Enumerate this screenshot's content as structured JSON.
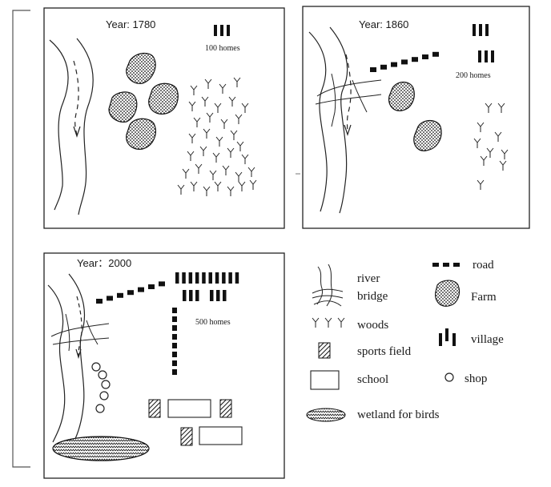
{
  "maps": [
    {
      "year_label": "Year: 1780",
      "homes_label": "100 homes"
    },
    {
      "year_label": "Year: 1860",
      "homes_label": "200 homes"
    },
    {
      "year_label": "Year：2000",
      "homes_label": "500 homes"
    }
  ],
  "legend": {
    "river": "river",
    "bridge": "bridge",
    "road": "road",
    "farm": "Farm",
    "woods": "woods",
    "village": "village",
    "sports_field": "sports field",
    "school": "school",
    "shop": "shop",
    "wetland": "wetland for birds"
  },
  "icons": [
    "river-icon",
    "bridge-icon",
    "road-icon",
    "farm-icon",
    "woods-icon",
    "village-icon",
    "sports-field-icon",
    "school-icon",
    "shop-icon",
    "wetland-icon"
  ]
}
